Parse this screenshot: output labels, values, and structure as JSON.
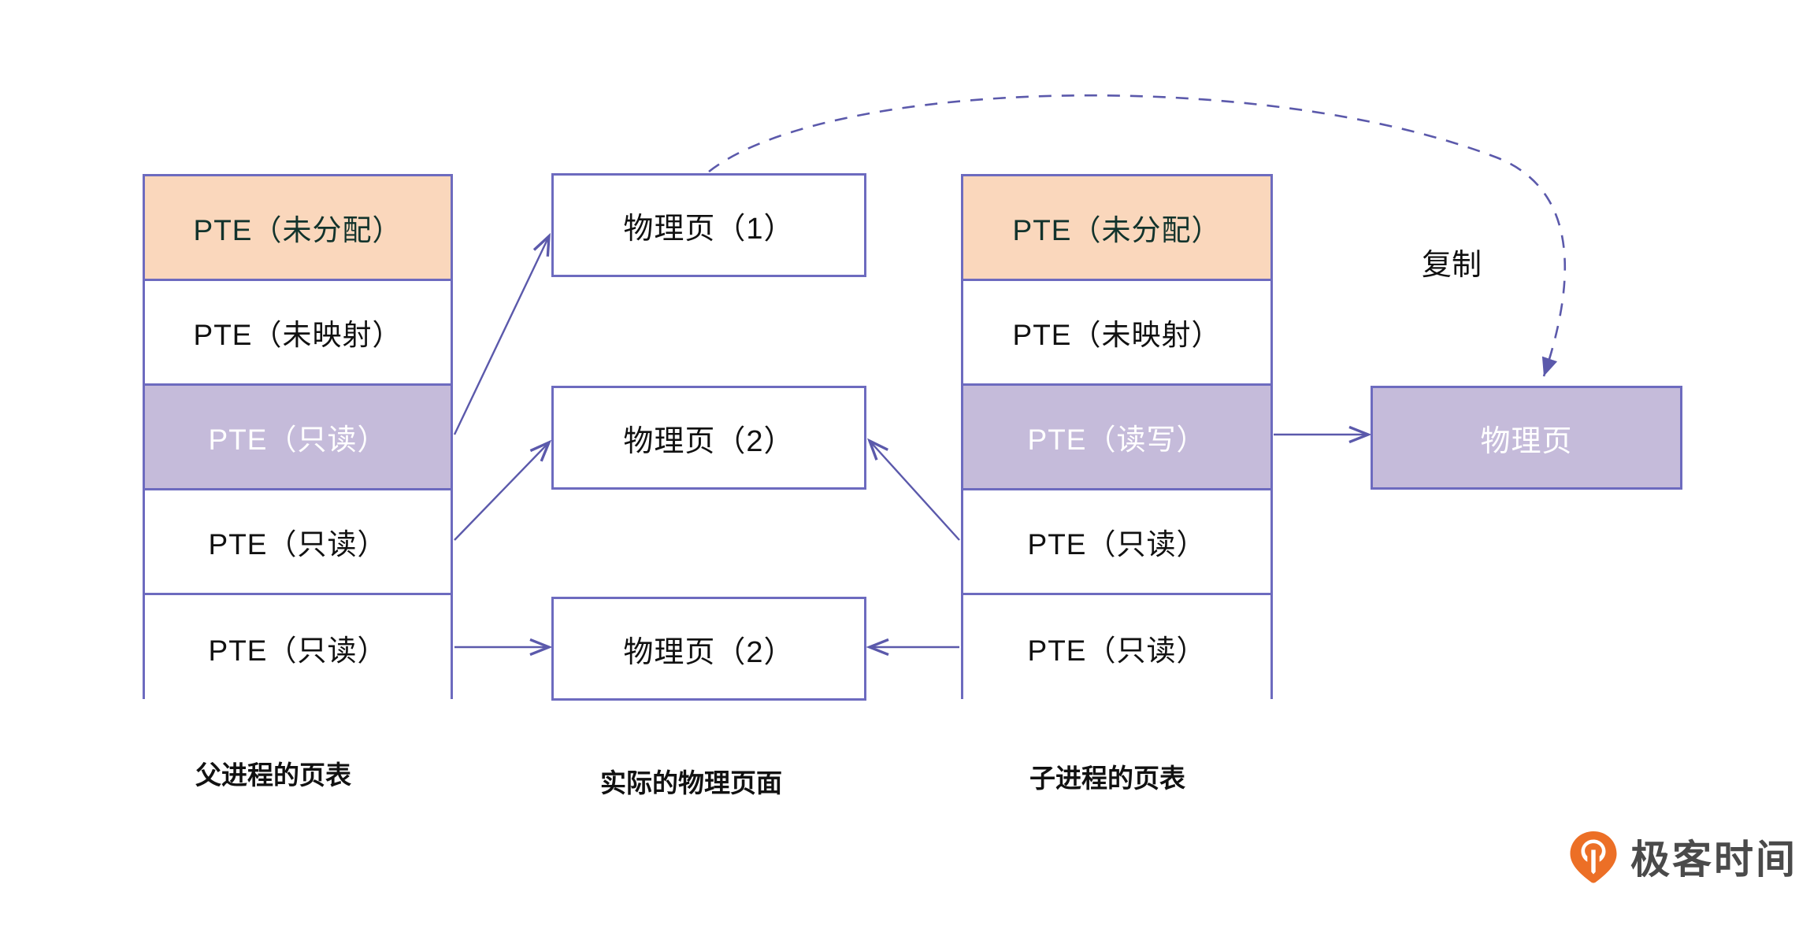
{
  "diagram": {
    "title_caption_parent": "父进程的页表",
    "title_caption_middle": "实际的物理页面",
    "title_caption_child": "子进程的页表",
    "copy_annotation": "复制"
  },
  "parent_table": {
    "caption": "父进程的页表",
    "rows": [
      {
        "label": "PTE（未分配）",
        "state": "unallocated",
        "fill": "#fad7bc"
      },
      {
        "label": "PTE（未映射）",
        "state": "unmapped",
        "fill": "#ffffff"
      },
      {
        "label": "PTE（只读）",
        "state": "read-only-shared",
        "fill": "#c5bbda"
      },
      {
        "label": "PTE（只读）",
        "state": "read-only",
        "fill": "#ffffff"
      },
      {
        "label": "PTE（只读）",
        "state": "read-only",
        "fill": "#ffffff"
      }
    ]
  },
  "physical_pages": {
    "caption": "实际的物理页面",
    "boxes": [
      {
        "label": "物理页（1）",
        "fill": "#ffffff"
      },
      {
        "label": "物理页（2）",
        "fill": "#ffffff"
      },
      {
        "label": "物理页（2）",
        "fill": "#ffffff"
      }
    ]
  },
  "child_table": {
    "caption": "子进程的页表",
    "rows": [
      {
        "label": "PTE（未分配）",
        "state": "unallocated",
        "fill": "#fad7bc"
      },
      {
        "label": "PTE（未映射）",
        "state": "unmapped",
        "fill": "#ffffff"
      },
      {
        "label": "PTE（读写）",
        "state": "read-write",
        "fill": "#c5bbda"
      },
      {
        "label": "PTE（只读）",
        "state": "read-only",
        "fill": "#ffffff"
      },
      {
        "label": "PTE（只读）",
        "state": "read-only",
        "fill": "#ffffff"
      }
    ]
  },
  "copied_page": {
    "label": "物理页",
    "fill": "#c5bbda",
    "annotation": "复制"
  },
  "brand": {
    "name": "极客时间",
    "mark_icon": "location-pin-icon",
    "mark_color": "#ec6f26",
    "text_color": "#4a4a4a"
  },
  "colors": {
    "border": "#6d6bbf",
    "unallocated_fill": "#fad7bc",
    "shared_fill": "#c5bbda",
    "arrow": "#5b59ab",
    "dashed_arrow": "#5b59ab"
  }
}
